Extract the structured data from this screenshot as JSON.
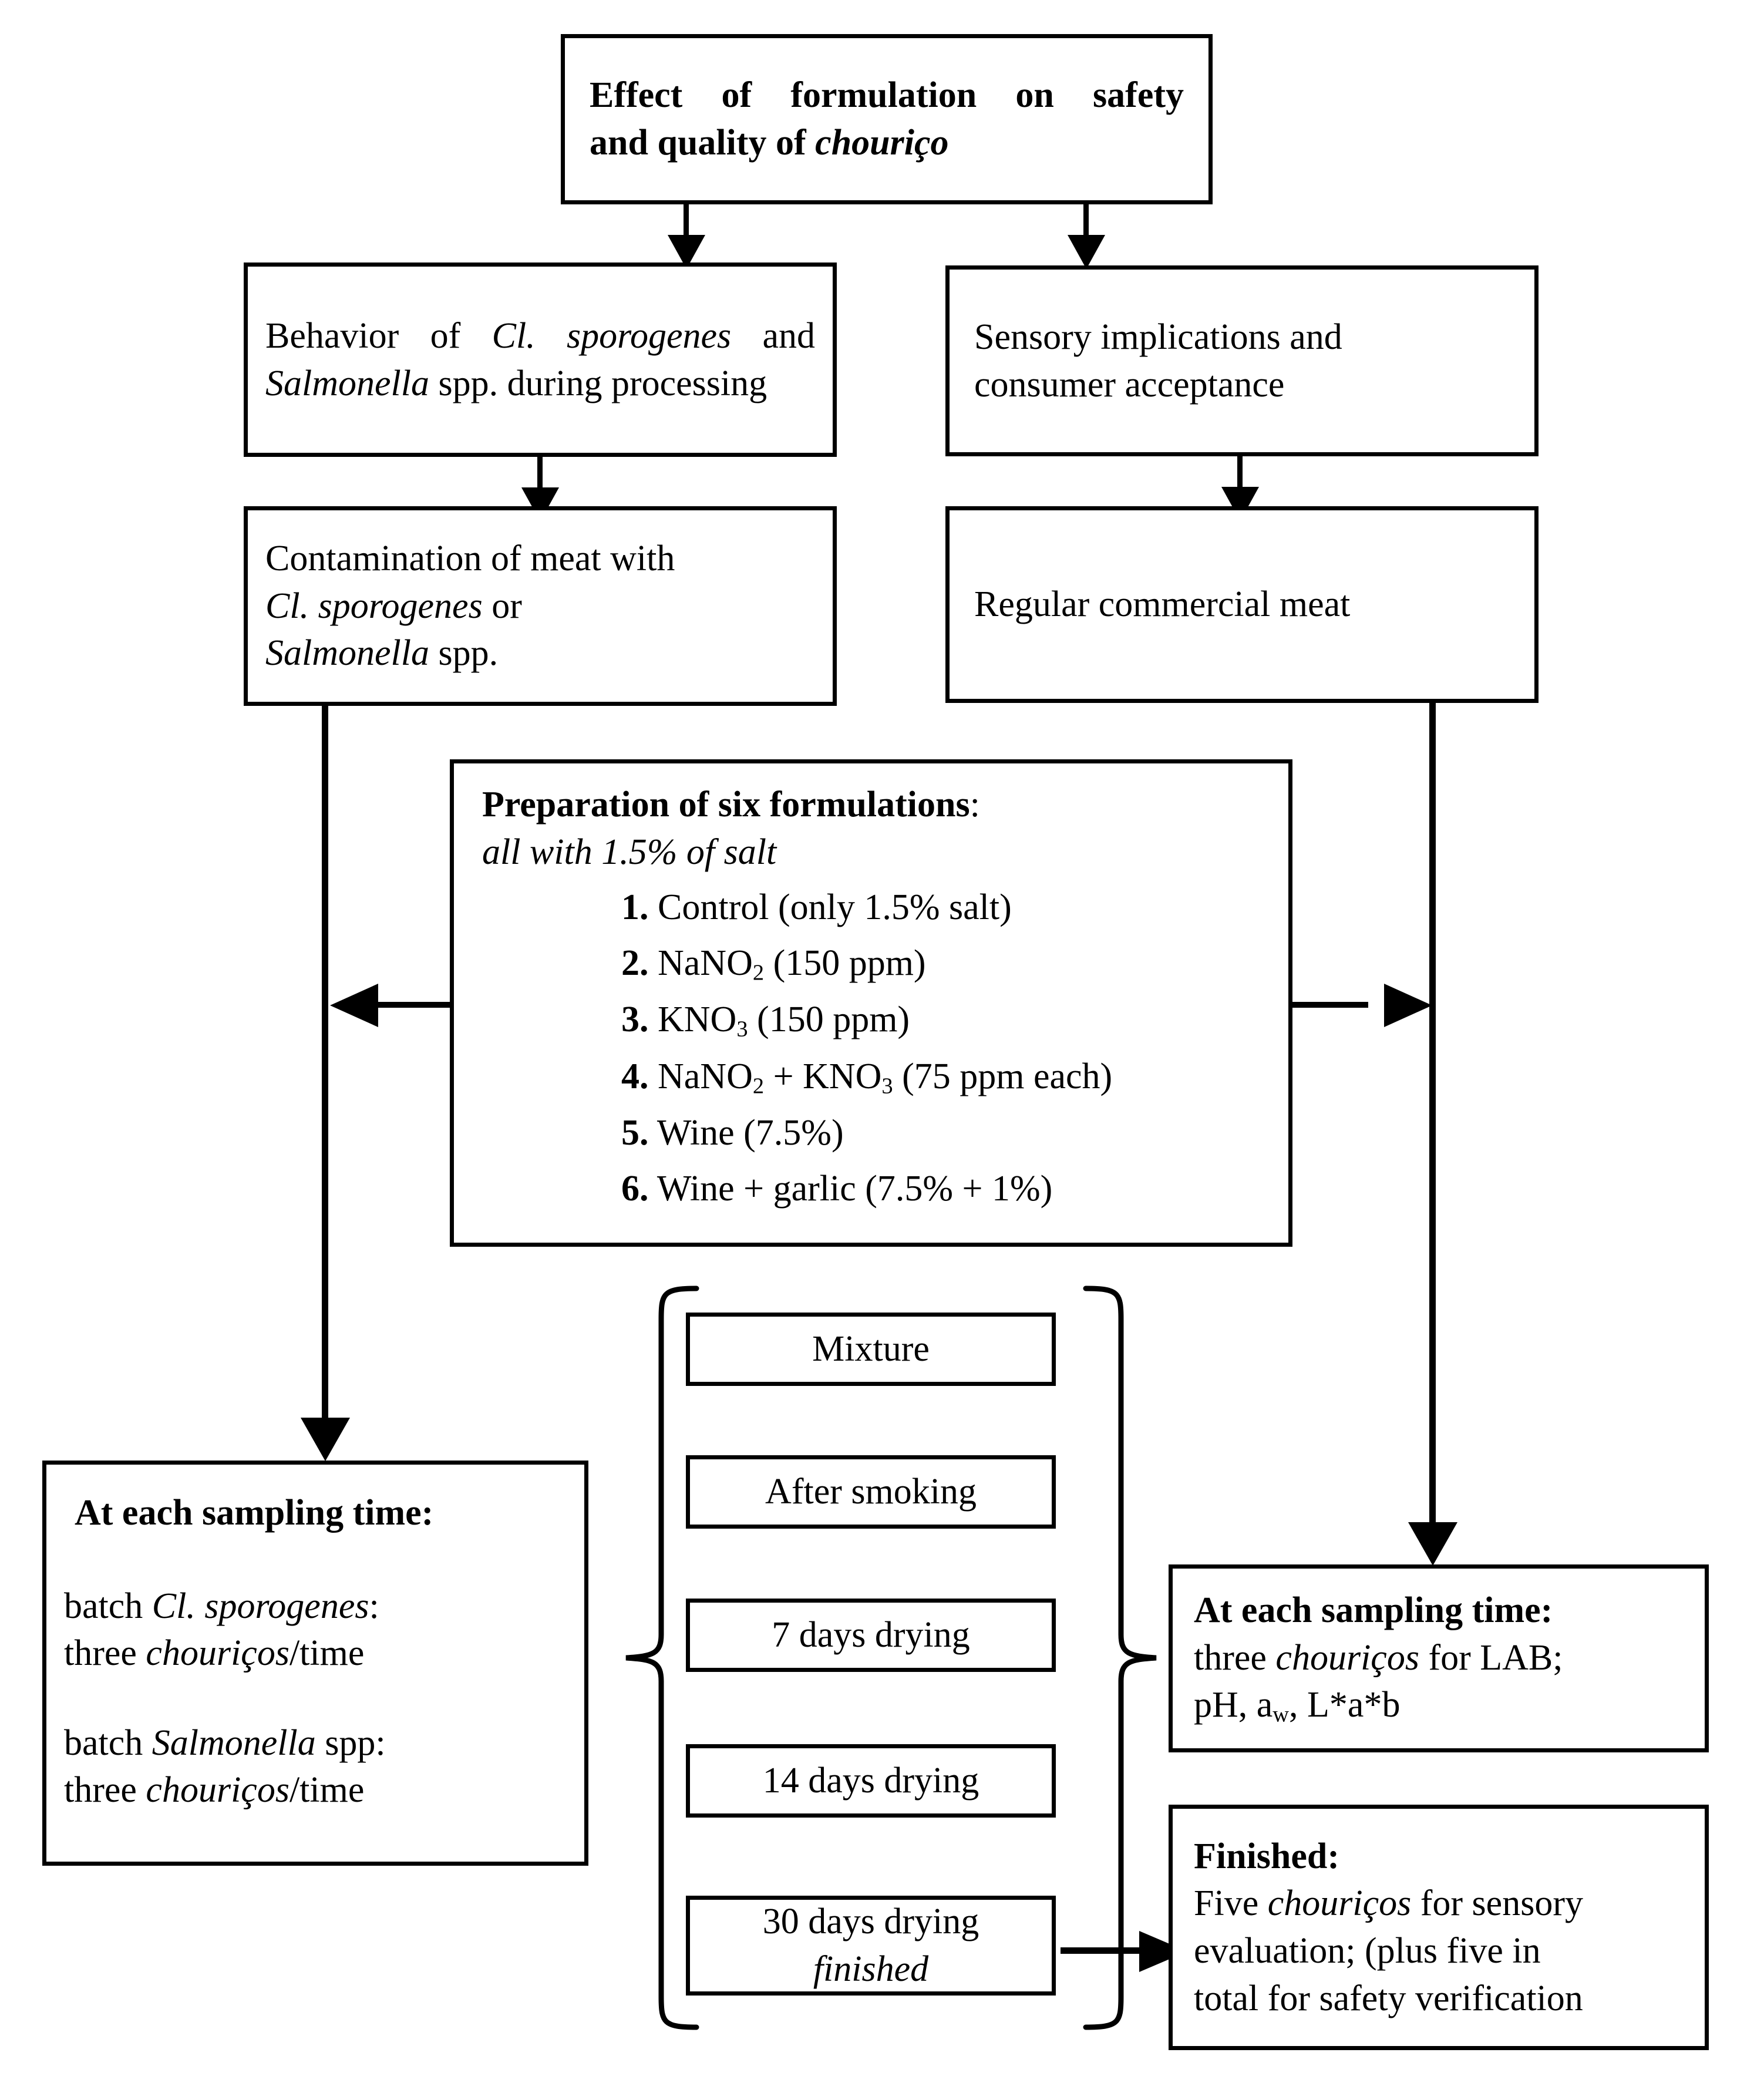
{
  "diagram": {
    "title_box": {
      "line1": "Effect of formulation on safety",
      "line2_prefix": "and quality of ",
      "line2_italic": "chouriço"
    },
    "left_branch": {
      "behavior_box": {
        "t1": "Behavior of ",
        "i1": "Cl. sporogenes",
        "t2": " and ",
        "i2": "Salmonella",
        "t3": " spp. during processing"
      },
      "contamination_box": {
        "l1": "Contamination of meat with",
        "i1": "Cl. sporogenes",
        "t1": " or",
        "i2": "Salmonella",
        "t2": " spp."
      },
      "sampling_box": {
        "heading": "At each sampling time:",
        "batch1_label": "batch ",
        "batch1_italic": "Cl. sporogenes",
        "batch1_colon": ":",
        "batch1_line2_a": "three ",
        "batch1_line2_i": "chouriços",
        "batch1_line2_b": "/time",
        "batch2_label": " batch ",
        "batch2_italic": "Salmonella",
        "batch2_colon": " spp:",
        "batch2_line2_a": "three ",
        "batch2_line2_i": "chouriços",
        "batch2_line2_b": "/time"
      }
    },
    "right_branch": {
      "sensory_box": {
        "line1": "Sensory implications and",
        "line2": "consumer acceptance"
      },
      "meat_box": {
        "line1": "Regular commercial meat"
      },
      "sampling_box": {
        "heading": "At each sampling time:",
        "line2_a": "three ",
        "line2_i": "chouriços",
        "line2_b": " for LAB;",
        "line3_a": "pH, a",
        "line3_sub": "w",
        "line3_b": ", L*a*b"
      },
      "finished_box": {
        "heading": "Finished:",
        "line2_a": "Five ",
        "line2_i": "chouriços",
        "line2_b": " for sensory",
        "line3": "evaluation; (plus five in",
        "line4": "total for safety verification"
      }
    },
    "formulations_box": {
      "heading": "Preparation of six formulations",
      "heading_colon": ":",
      "subheading": "all with 1.5% of salt",
      "items": [
        {
          "num": "1.",
          "text": " Control (only 1.5% salt)",
          "sub_after": ""
        },
        {
          "num": "2.",
          "text": " NaNO",
          "sub": "2",
          "tail": " (150 ppm)"
        },
        {
          "num": "3.",
          "text": " KNO",
          "sub": "3",
          "tail": " (150 ppm)"
        },
        {
          "num": "4.",
          "text": " NaNO",
          "sub": "2",
          "mid": " + KNO",
          "sub2": "3",
          "tail": " (75 ppm each)"
        },
        {
          "num": "5.",
          "text": " Wine (7.5%)",
          "sub_after": ""
        },
        {
          "num": "6.",
          "text": " Wine + garlic (7.5% + 1%)",
          "sub_after": ""
        }
      ]
    },
    "stage_boxes": [
      {
        "label": "Mixture",
        "italic_line": ""
      },
      {
        "label": "After smoking",
        "italic_line": ""
      },
      {
        "label": "7 days drying",
        "italic_line": ""
      },
      {
        "label": "14 days drying",
        "italic_line": ""
      },
      {
        "label": "30 days drying",
        "italic_line": "finished"
      }
    ],
    "colors": {
      "stroke": "#000000",
      "background": "#ffffff",
      "text": "#000000"
    }
  }
}
